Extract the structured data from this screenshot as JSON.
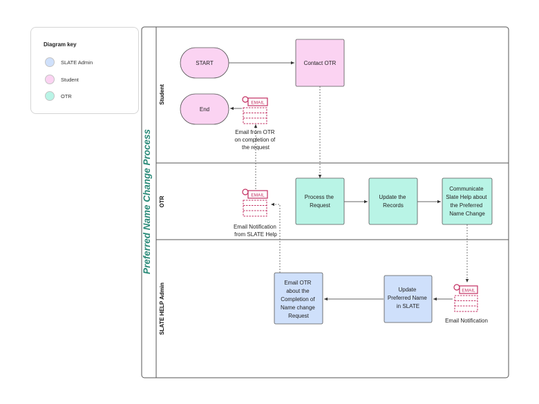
{
  "title": "Preferred Name Change Process",
  "colors": {
    "title": "#2a8a78",
    "slate_admin": "#cfe0fb",
    "student": "#fbd3f2",
    "otr": "#b9f4e6",
    "email_icon": "#c22d60",
    "arrow": "#333333",
    "border": "#555555"
  },
  "key": {
    "title": "Diagram key",
    "items": [
      {
        "label": "SLATE Admin",
        "color": "#cfe0fb"
      },
      {
        "label": "Student",
        "color": "#fbd3f2"
      },
      {
        "label": "OTR",
        "color": "#b9f4e6"
      }
    ]
  },
  "lanes": {
    "student": "Student",
    "otr": "OTR",
    "slate": "SLATE HELP Admin"
  },
  "nodes": {
    "start": "START",
    "contact_otr": "Contact OTR",
    "end": "End",
    "process_request": [
      "Process the",
      "Request"
    ],
    "update_records": [
      "Update the",
      "Records"
    ],
    "communicate": [
      "Communicate",
      "Slate Help about",
      "the Preferred",
      "Name Change"
    ],
    "update_name": [
      "Update",
      "Preferred Name",
      "in SLATE"
    ],
    "email_otr": [
      "Email OTR",
      "about the",
      "Completion of",
      "Name change",
      "Request"
    ]
  },
  "email_icon_label": "EMAIL",
  "email_labels": {
    "from_otr": [
      "Email from OTR",
      "on completion of",
      "the request"
    ],
    "from_slate": [
      "Email Notification",
      "from SLATE Help"
    ],
    "notification": "Email Notification"
  }
}
